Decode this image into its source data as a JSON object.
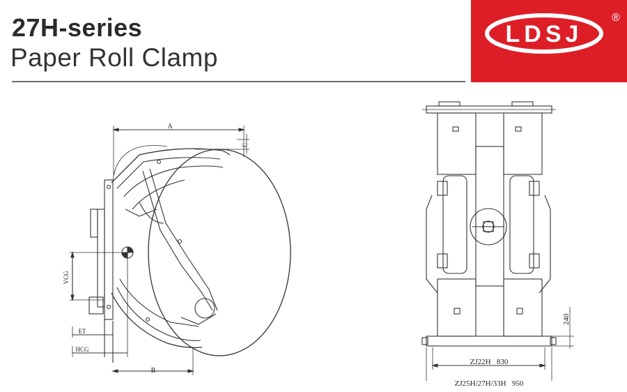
{
  "header": {
    "title": "27H-series",
    "subtitle": "Paper Roll Clamp"
  },
  "brand": {
    "logo_text": "LDSJ",
    "registered_mark": "®",
    "background_color": "#de1e26"
  },
  "side_view": {
    "dim_a": "A",
    "dim_b": "B",
    "dim_c": "C",
    "dim_vcg": "VCG",
    "dim_et": "ET",
    "dim_hcg": "HCG"
  },
  "front_view": {
    "dim_height": "240",
    "width_zj22h": "ZJ22H   830",
    "width_zj25h": "ZJ25H/27H/33H   950"
  }
}
